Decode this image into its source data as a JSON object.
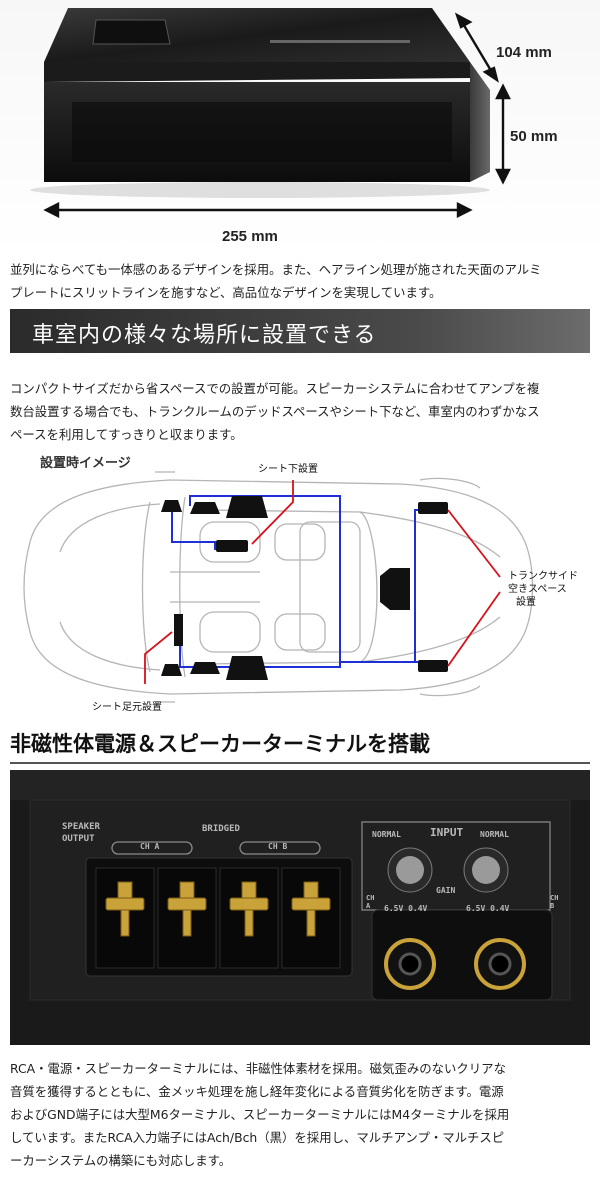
{
  "figure": {
    "dims": {
      "depth": "104 mm",
      "height": "50 mm",
      "width": "255 mm"
    }
  },
  "paragraph1": [
    "並列にならべても一体感のあるデザインを採用。また、ヘアライン処理が施された天面のアルミ",
    "プレートにスリットラインを施すなど、高品位なデザインを実現しています。"
  ],
  "heading1": "車室内の様々な場所に設置できる",
  "paragraph2": [
    "コンパクトサイズだから省スペースでの設置が可能。スピーカーシステムに合わせてアンプを複",
    "数台設置する場合でも、トランクルームのデッドスペースやシート下など、車室内のわずかなス",
    "ペースを利用してすっきりと収まります。"
  ],
  "diagram": {
    "title": "設置時イメージ",
    "label_under_seat": "シート下設置",
    "label_trunk": [
      "トランクサイド",
      "空きスペース",
      "設置"
    ],
    "label_footwell": "シート足元設置",
    "colors": {
      "wire": "#1e2fd8",
      "callout": "#d8101a"
    }
  },
  "heading2": "非磁性体電源＆スピーカーターミナルを搭載",
  "terminal": {
    "speaker": "SPEAKER",
    "output": "OUTPUT",
    "bridged": "BRIDGED",
    "ch_a": "CH A",
    "ch_b": "CH B",
    "input": "INPUT",
    "normal_left": "NORMAL",
    "normal_right": "NORMAL",
    "gain": "GAIN",
    "scale_left": "6.5V 0.4V",
    "scale_right": "6.5V 0.4V",
    "side_a": "CH A",
    "side_b": "CH B"
  },
  "paragraph3": [
    "RCA・電源・スピーカーターミナルには、非磁性体素材を採用。磁気歪みのないクリアな",
    "音質を獲得するとともに、金メッキ処理を施し経年変化による音質劣化を防ぎます。電源",
    "およびGND端子には大型M6ターミナル、スピーカーターミナルにはM4ターミナルを採用",
    "しています。またRCA入力端子にはAch/Bch（黒）を採用し、マルチアンプ・マルチスピ",
    "ーカーシステムの構築にも対応します。"
  ]
}
